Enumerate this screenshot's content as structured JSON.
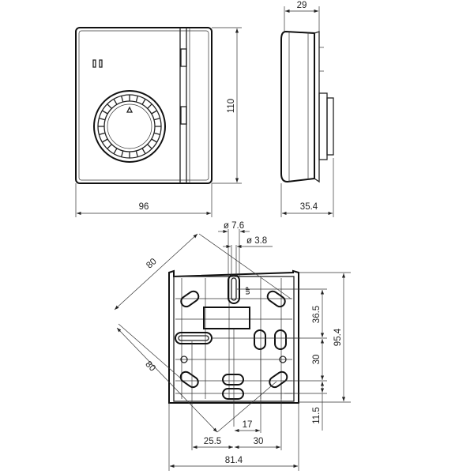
{
  "drawing": {
    "front_view": {
      "width_label": "96",
      "height_label": "110"
    },
    "side_view": {
      "depth_top_label": "29",
      "depth_bottom_label": "35.4"
    },
    "base_plate": {
      "hole_large_label": "ø 7.6",
      "hole_small_label": "ø 3.8",
      "diag_top_label": "80",
      "diag_bottom_label": "80",
      "upper_spacing_label": "36.5",
      "overall_height_label": "95.4",
      "middle_spacing_label": "30",
      "bottom_offset_label": "11.5",
      "bottom_small_label": "17",
      "left_offset_label": "25.5",
      "right_offset_label": "30",
      "overall_width_label": "81.4",
      "up_marker": "UP"
    }
  }
}
